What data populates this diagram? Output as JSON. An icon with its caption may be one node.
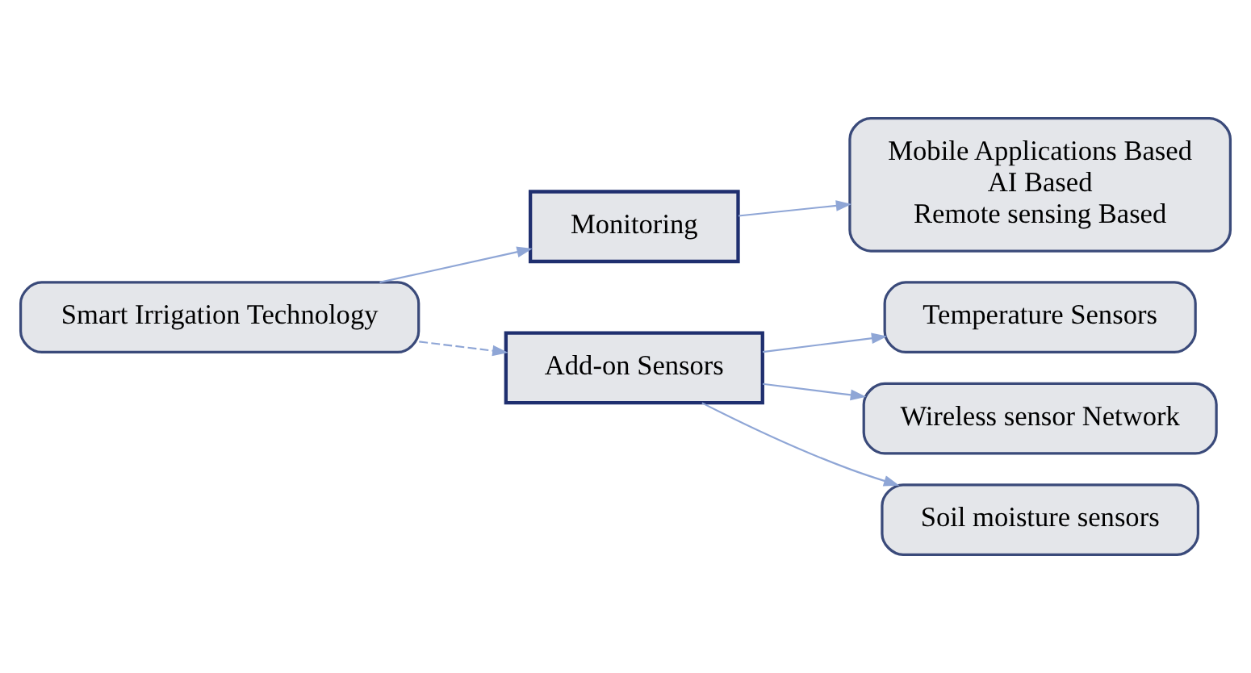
{
  "diagram": {
    "nodes": [
      {
        "text": [
          "Smart Irrigation Technology"
        ]
      },
      {
        "text": [
          "Monitoring"
        ]
      },
      {
        "text": [
          "Add-on Sensors"
        ]
      },
      {
        "text": [
          "Mobile Applications Based",
          "AI Based",
          "Remote sensing Based"
        ]
      },
      {
        "text": [
          "Temperature Sensors"
        ]
      },
      {
        "text": [
          "Wireless sensor Network"
        ]
      },
      {
        "text": [
          "Soil moisture sensors"
        ]
      }
    ],
    "edges": [
      {
        "from": 0,
        "to": 1,
        "arrow": "to"
      },
      {
        "from": 0,
        "to": 2,
        "arrow": "to",
        "style": "dashed"
      },
      {
        "from": 1,
        "to": 3,
        "arrow": "to"
      },
      {
        "from": 2,
        "to": 4,
        "arrow": "to"
      },
      {
        "from": 2,
        "to": 5,
        "arrow": "to"
      },
      {
        "from": 2,
        "to": 6,
        "arrow": "to"
      }
    ]
  }
}
